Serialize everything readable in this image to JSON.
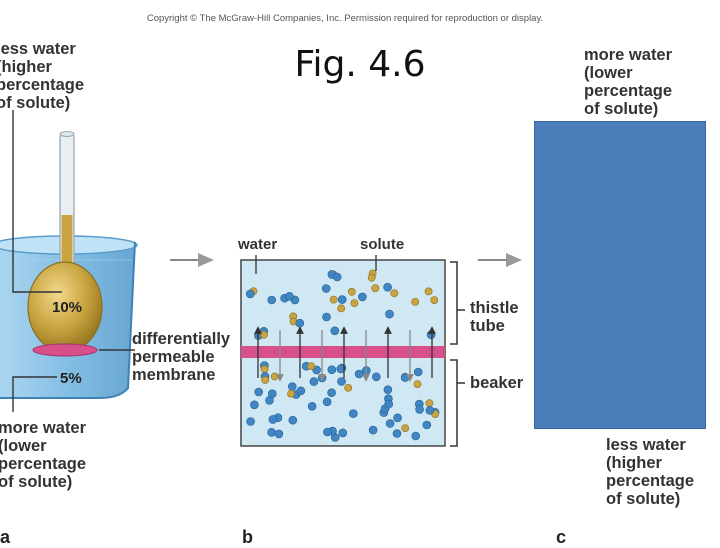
{
  "header": {
    "copyright": "Copyright © The McGraw-Hill Companies, Inc. Permission required for reproduction or display.",
    "title": "Fig. 4.6"
  },
  "panel_a": {
    "top_label": "less water\n(higher\npercentage\nof solute)",
    "bottom_label": "more water\n(lower\npercentage\nof solute)",
    "bulb_percent": "10%",
    "beaker_percent": "5%",
    "membrane_label": "differentially\npermeable\nmembrane",
    "sublabel": "a"
  },
  "panel_b": {
    "water_label": "water",
    "solute_label": "solute",
    "thistle_label": "thistle\ntube",
    "beaker_label": "beaker",
    "sublabel": "b"
  },
  "panel_c": {
    "top_label": "more water\n(lower\npercentage\nof solute)",
    "bottom_label": "less water\n(higher\npercentage\nof solute)",
    "sublabel": "c"
  },
  "colors": {
    "water_fill": "#cfe8f4",
    "beaker_blue": "#6fb4e0",
    "solution_gold": "#c9a441",
    "membrane_pink": "#d8508a",
    "cover_box": "#4a7ebb"
  }
}
